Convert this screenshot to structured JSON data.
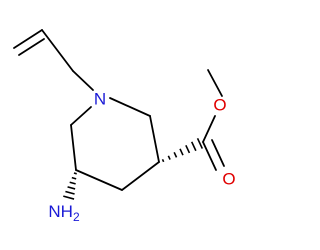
{
  "molecule": {
    "atoms": {
      "nitrogen": {
        "symbol": "N"
      },
      "ester_ether_oxygen": {
        "symbol": "O"
      },
      "carbonyl_oxygen": {
        "symbol": "O"
      },
      "amino": {
        "symbol": "NH",
        "subscript": "2"
      }
    },
    "colors": {
      "bond": "#000000",
      "nitrogen": "#1a1ad6",
      "oxygen": "#e00000"
    },
    "stereo": {
      "c3_to_ester": "hashed-wedge",
      "c5_to_amino": "hashed-wedge"
    }
  }
}
